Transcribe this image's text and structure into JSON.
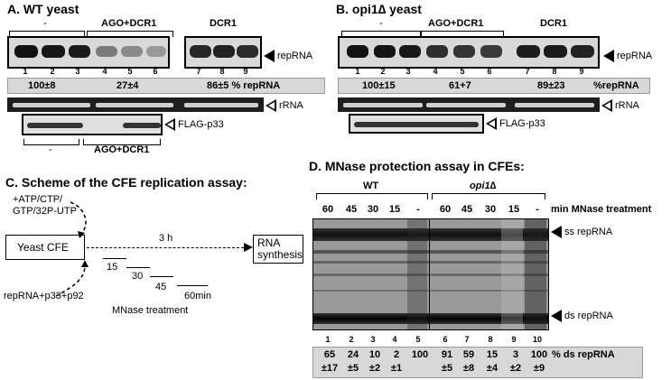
{
  "panelA": {
    "title": "A.  WT yeast",
    "groups": [
      "-",
      "AGO+DCR1",
      "DCR1"
    ],
    "lanes": [
      "1",
      "2",
      "3",
      "4",
      "5",
      "6",
      "7",
      "8",
      "9"
    ],
    "values": [
      "100±8",
      "27±4",
      "86±5 % repRNA"
    ],
    "bottom_groups": [
      "-",
      "AGO+DCR1"
    ]
  },
  "panelB": {
    "title": "B.  opi1∆ yeast",
    "groups": [
      "-",
      "AGO+DCR1",
      "DCR1"
    ],
    "lanes": [
      "1",
      "2",
      "3",
      "4",
      "5",
      "6",
      "7",
      "8",
      "9"
    ],
    "values": [
      "100±15",
      "61+7",
      "89±23"
    ],
    "values_unit": "%repRNA"
  },
  "gel_labels": {
    "repRNA": "repRNA",
    "rRNA": "rRNA",
    "flag": "FLAG-p33"
  },
  "panelC": {
    "title": "C. Scheme of the CFE replication assay:",
    "inputs_top": [
      "+ATP/CTP/",
      "GTP/32P-UTP"
    ],
    "cfe": "Yeast CFE",
    "time": "3 h",
    "product": [
      "RNA",
      "synthesis"
    ],
    "inputs_bottom": "repRNA+p33+p92",
    "times": [
      "15",
      "30",
      "45",
      "60min"
    ],
    "mnase": "MNase treatment"
  },
  "panelD": {
    "title": "D. MNase protection assay in CFEs:",
    "groups": [
      "WT",
      "opi1∆"
    ],
    "times": [
      "60",
      "45",
      "30",
      "15",
      "-",
      "60",
      "45",
      "30",
      "15",
      "-"
    ],
    "times_suffix": "min  MNase treatment",
    "ss_label": "ss repRNA",
    "ds_label": "ds repRNA",
    "lanes": [
      "1",
      "2",
      "3",
      "4",
      "5",
      "6",
      "7",
      "8",
      "9",
      "10"
    ],
    "pct_top": [
      "65",
      "24",
      "10",
      "2",
      "100",
      "91",
      "59",
      "15",
      "3",
      "100"
    ],
    "pct_bottom": [
      "±17",
      "±5",
      "±2",
      "±1",
      "",
      "±5",
      "±8",
      "±4",
      "±2",
      "±9"
    ],
    "pct_label": "%  ds repRNA"
  }
}
